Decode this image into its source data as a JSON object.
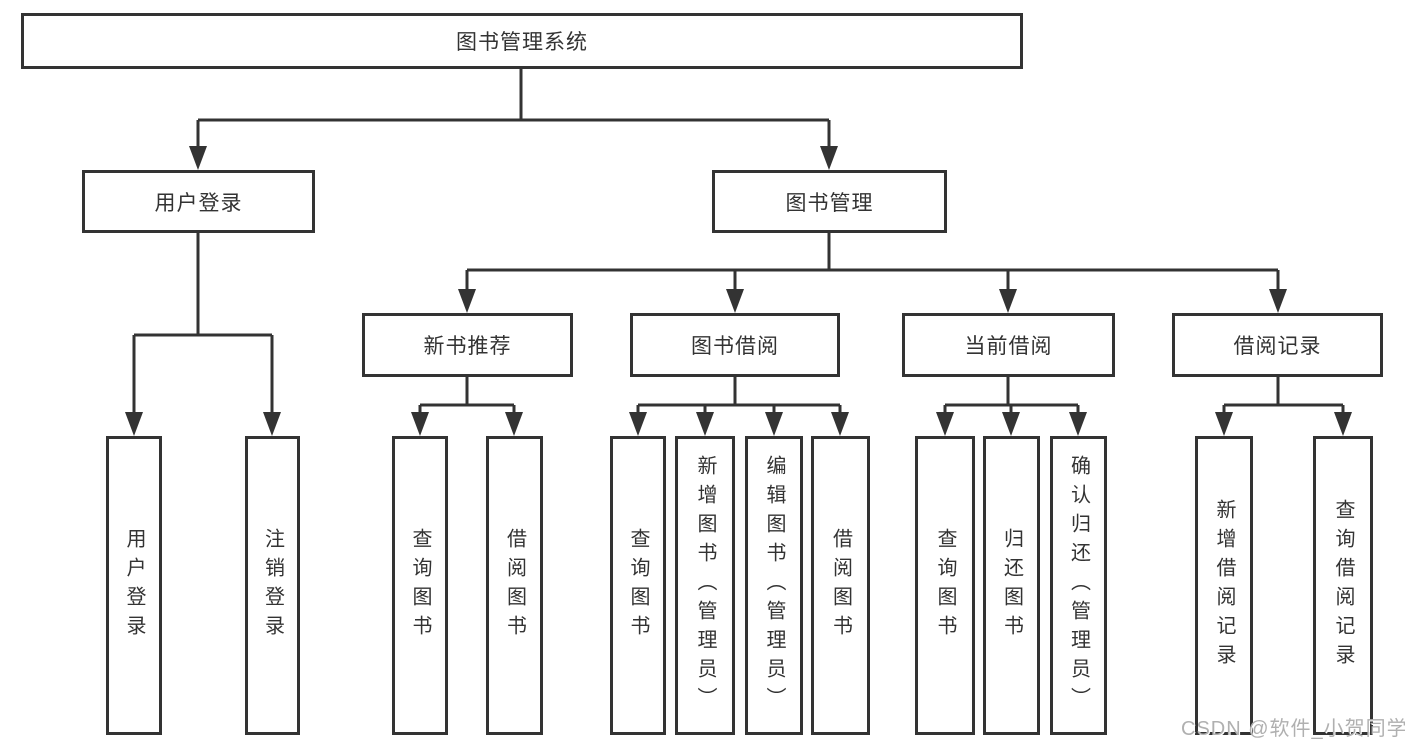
{
  "diagram": {
    "title_node": {
      "label": "图书管理系统"
    },
    "level2": [
      {
        "label": "用户登录"
      },
      {
        "label": "图书管理"
      }
    ],
    "level3": [
      {
        "label": "新书推荐",
        "parent": "图书管理"
      },
      {
        "label": "图书借阅",
        "parent": "图书管理"
      },
      {
        "label": "当前借阅",
        "parent": "图书管理"
      },
      {
        "label": "借阅记录",
        "parent": "图书管理"
      }
    ],
    "leaves": [
      {
        "label": "用户登录",
        "parent": "用户登录"
      },
      {
        "label": "注销登录",
        "parent": "用户登录"
      },
      {
        "label": "查询图书",
        "parent": "新书推荐"
      },
      {
        "label": "借阅图书",
        "parent": "新书推荐"
      },
      {
        "label": "查询图书",
        "parent": "图书借阅"
      },
      {
        "label": "新增图书（管理员）",
        "parent": "图书借阅"
      },
      {
        "label": "编辑图书（管理员）",
        "parent": "图书借阅"
      },
      {
        "label": "借阅图书",
        "parent": "图书借阅"
      },
      {
        "label": "查询图书",
        "parent": "当前借阅"
      },
      {
        "label": "归还图书",
        "parent": "当前借阅"
      },
      {
        "label": "确认归还（管理员）",
        "parent": "当前借阅"
      },
      {
        "label": "新增借阅记录",
        "parent": "借阅记录"
      },
      {
        "label": "查询借阅记录",
        "parent": "借阅记录"
      }
    ]
  },
  "watermark": {
    "text": "CSDN @软件_小贺同学"
  },
  "colors": {
    "line": "#333333",
    "box_border": "#333333",
    "text": "#333333",
    "watermark_text": "#b0b0b0",
    "background": "#ffffff"
  }
}
